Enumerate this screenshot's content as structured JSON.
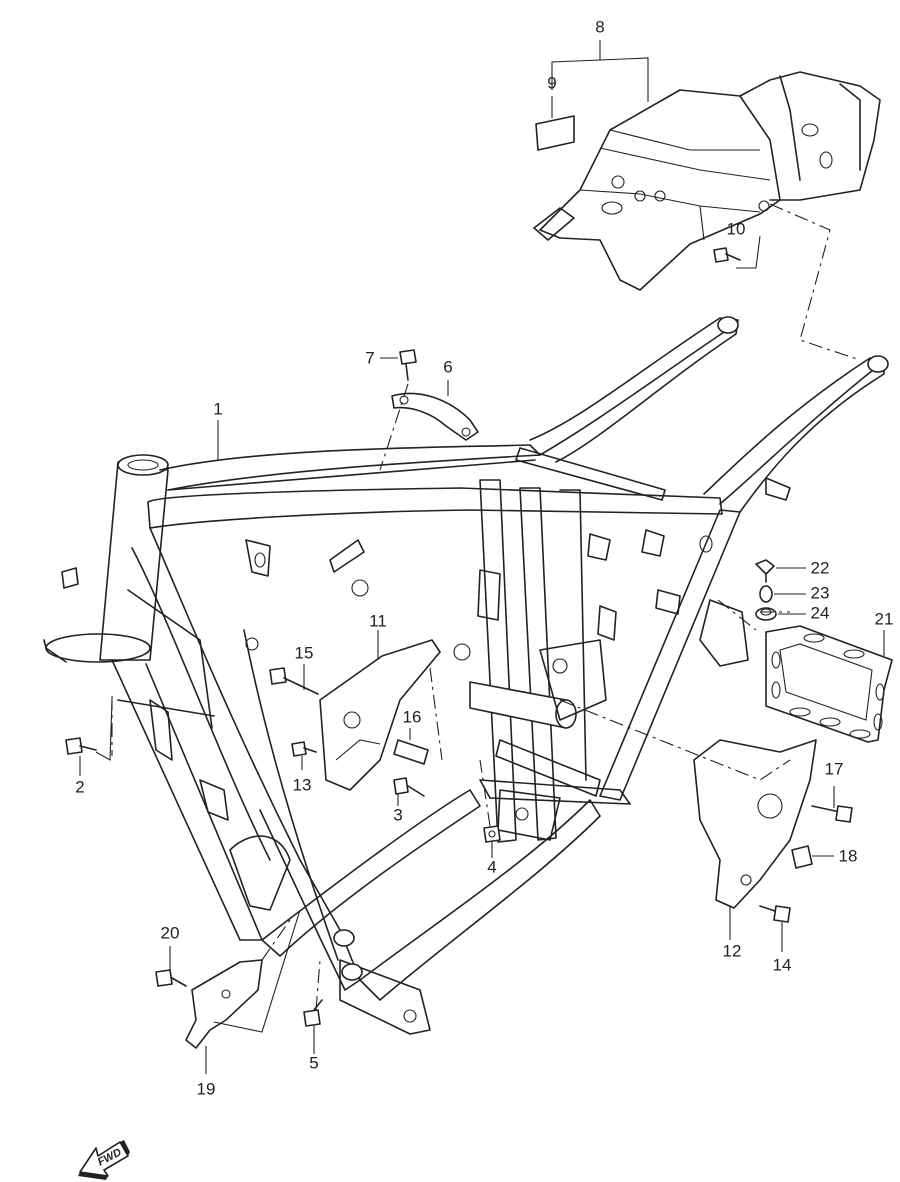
{
  "diagram": {
    "callouts": [
      {
        "id": "1",
        "label": "1"
      },
      {
        "id": "2",
        "label": "2"
      },
      {
        "id": "3",
        "label": "3"
      },
      {
        "id": "4",
        "label": "4"
      },
      {
        "id": "5",
        "label": "5"
      },
      {
        "id": "6",
        "label": "6"
      },
      {
        "id": "7",
        "label": "7"
      },
      {
        "id": "8",
        "label": "8"
      },
      {
        "id": "9",
        "label": "9"
      },
      {
        "id": "10",
        "label": "10"
      },
      {
        "id": "11",
        "label": "11"
      },
      {
        "id": "12",
        "label": "12"
      },
      {
        "id": "13",
        "label": "13"
      },
      {
        "id": "14",
        "label": "14"
      },
      {
        "id": "15",
        "label": "15"
      },
      {
        "id": "16",
        "label": "16"
      },
      {
        "id": "17",
        "label": "17"
      },
      {
        "id": "18",
        "label": "18"
      },
      {
        "id": "19",
        "label": "19"
      },
      {
        "id": "20",
        "label": "20"
      },
      {
        "id": "21",
        "label": "21"
      },
      {
        "id": "22",
        "label": "22"
      },
      {
        "id": "23",
        "label": "23"
      },
      {
        "id": "24",
        "label": "24"
      }
    ],
    "direction_arrow": {
      "label": "FWD",
      "icon": "fwd-arrow-icon"
    }
  }
}
